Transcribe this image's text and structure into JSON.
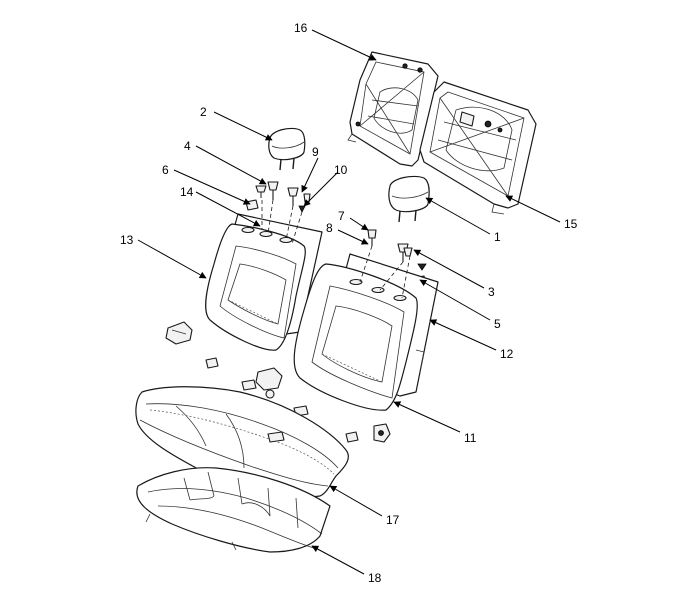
{
  "callouts": [
    {
      "id": "c1",
      "label": "1"
    },
    {
      "id": "c2",
      "label": "2"
    },
    {
      "id": "c3",
      "label": "3"
    },
    {
      "id": "c4",
      "label": "4"
    },
    {
      "id": "c5",
      "label": "5"
    },
    {
      "id": "c6",
      "label": "6"
    },
    {
      "id": "c7",
      "label": "7"
    },
    {
      "id": "c8",
      "label": "8"
    },
    {
      "id": "c9",
      "label": "9"
    },
    {
      "id": "c10",
      "label": "10"
    },
    {
      "id": "c11",
      "label": "11"
    },
    {
      "id": "c12",
      "label": "12"
    },
    {
      "id": "c13",
      "label": "13"
    },
    {
      "id": "c14",
      "label": "14"
    },
    {
      "id": "c15",
      "label": "15"
    },
    {
      "id": "c16",
      "label": "16"
    },
    {
      "id": "c17",
      "label": "17"
    },
    {
      "id": "c18",
      "label": "18"
    }
  ],
  "colors": {
    "line": "#1a1a1a",
    "background": "#ffffff"
  }
}
